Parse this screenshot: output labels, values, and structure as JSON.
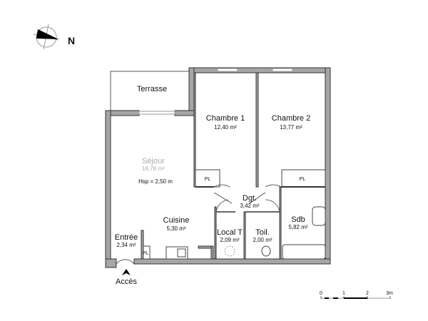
{
  "compass": {
    "north_label": "N"
  },
  "rooms": {
    "terrasse": {
      "name": "Terrasse"
    },
    "chambre1": {
      "name": "Chambre 1",
      "area": "12,40 m²",
      "closet": "PL"
    },
    "chambre2": {
      "name": "Chambre 2",
      "area": "13,77 m²",
      "closet": "PL"
    },
    "sejour": {
      "name": "Séjour",
      "area": "16,78 m²",
      "height": "Hsp = 2,50 m"
    },
    "dgt": {
      "name": "Dgt.",
      "area": "3,42 m²"
    },
    "cuisine": {
      "name": "Cuisine",
      "area": "5,30 m²"
    },
    "entree": {
      "name": "Entrée",
      "area": "2,34 m²",
      "closet": "PL"
    },
    "local": {
      "name": "Local T",
      "area": "2,09 m²"
    },
    "toil": {
      "name": "Toil.",
      "area": "2,00 m²"
    },
    "sdb": {
      "name": "Sdb",
      "area": "5,82 m²"
    }
  },
  "access": {
    "label": "Accès"
  },
  "scale": {
    "ticks": [
      "0",
      "1",
      "2",
      "3m"
    ]
  }
}
